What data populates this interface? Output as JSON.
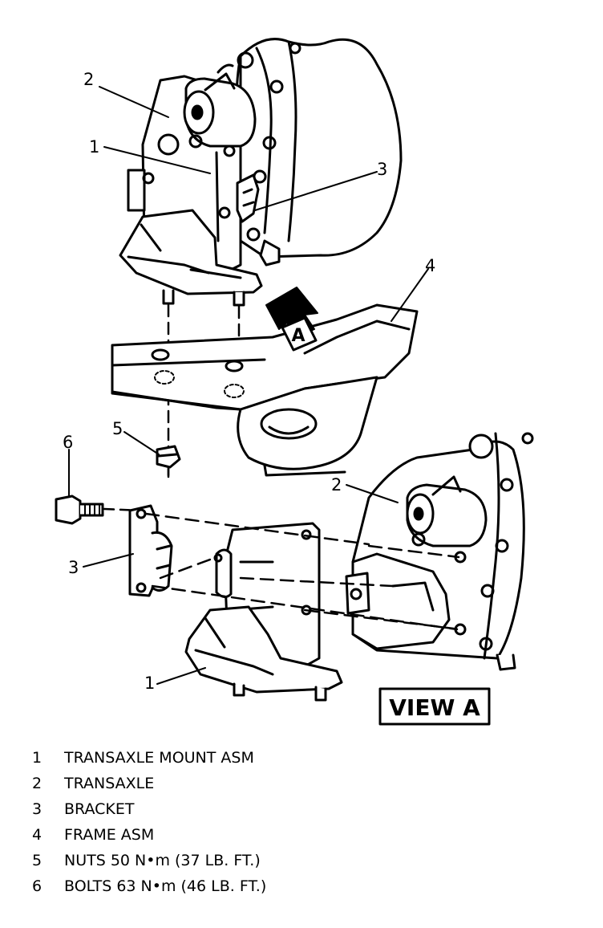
{
  "callouts": {
    "top_transaxle": "2",
    "top_mount": "1",
    "top_bracket": "3",
    "frame": "4",
    "nuts": "5",
    "bolts": "6",
    "view_transaxle": "2",
    "view_bracket": "3",
    "view_mount": "1"
  },
  "view_arrow_letter": "A",
  "view_box_label": "VIEW A",
  "legend": [
    {
      "num": "1",
      "text": "TRANSAXLE MOUNT ASM"
    },
    {
      "num": "2",
      "text": "TRANSAXLE"
    },
    {
      "num": "3",
      "text": "BRACKET"
    },
    {
      "num": "4",
      "text": "FRAME ASM"
    },
    {
      "num": "5",
      "text": "NUTS 50 N•m (37 LB. FT.)"
    },
    {
      "num": "6",
      "text": "BOLTS 63 N•m (46 LB. FT.)"
    }
  ]
}
